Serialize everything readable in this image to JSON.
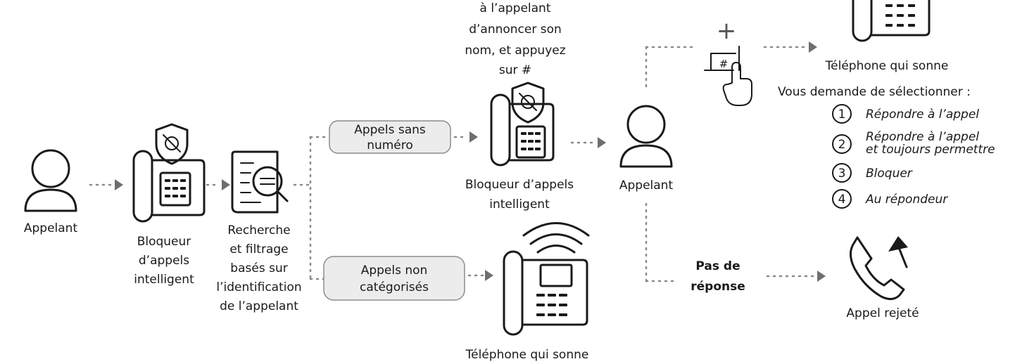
{
  "labels": {
    "caller_left": "Appelant",
    "blocker_left_1": "Bloqueur",
    "blocker_left_2": "d’appels",
    "blocker_left_3": "intelligent",
    "search_1": "Recherche",
    "search_2": "et filtrage",
    "search_3": "basés sur",
    "search_4": "l’identification",
    "search_5": "de l’appelant",
    "pill_no_number_1": "Appels sans",
    "pill_no_number_2": "numéro",
    "pill_uncat_1": "Appels non",
    "pill_uncat_2": "catégorisés",
    "announce_1": "à l’appelant",
    "announce_2": "d’annoncer son",
    "announce_3": "nom, et appuyez",
    "announce_4": "sur #",
    "blocker_mid_1": "Bloqueur d’appels",
    "blocker_mid_2": "intelligent",
    "caller_mid": "Appelant",
    "ringing_bottom": "Téléphone qui sonne",
    "ringing_top": "Téléphone qui sonne",
    "select_title": "Vous demande de sélectionner :",
    "no_answer_1": "Pas de",
    "no_answer_2": "réponse",
    "rejected": "Appel rejeté",
    "plus": "+",
    "hash": "#"
  },
  "options": [
    {
      "num": "1",
      "text": "Répondre à l’appel"
    },
    {
      "num": "2",
      "text": "Répondre à l’appel",
      "text2": "et toujours permettre"
    },
    {
      "num": "3",
      "text": "Bloquer"
    },
    {
      "num": "4",
      "text": "Au répondeur"
    }
  ],
  "colors": {
    "connector": "#8a8a8a",
    "pill_fill": "#ececec",
    "ink": "#1a1a1a"
  }
}
